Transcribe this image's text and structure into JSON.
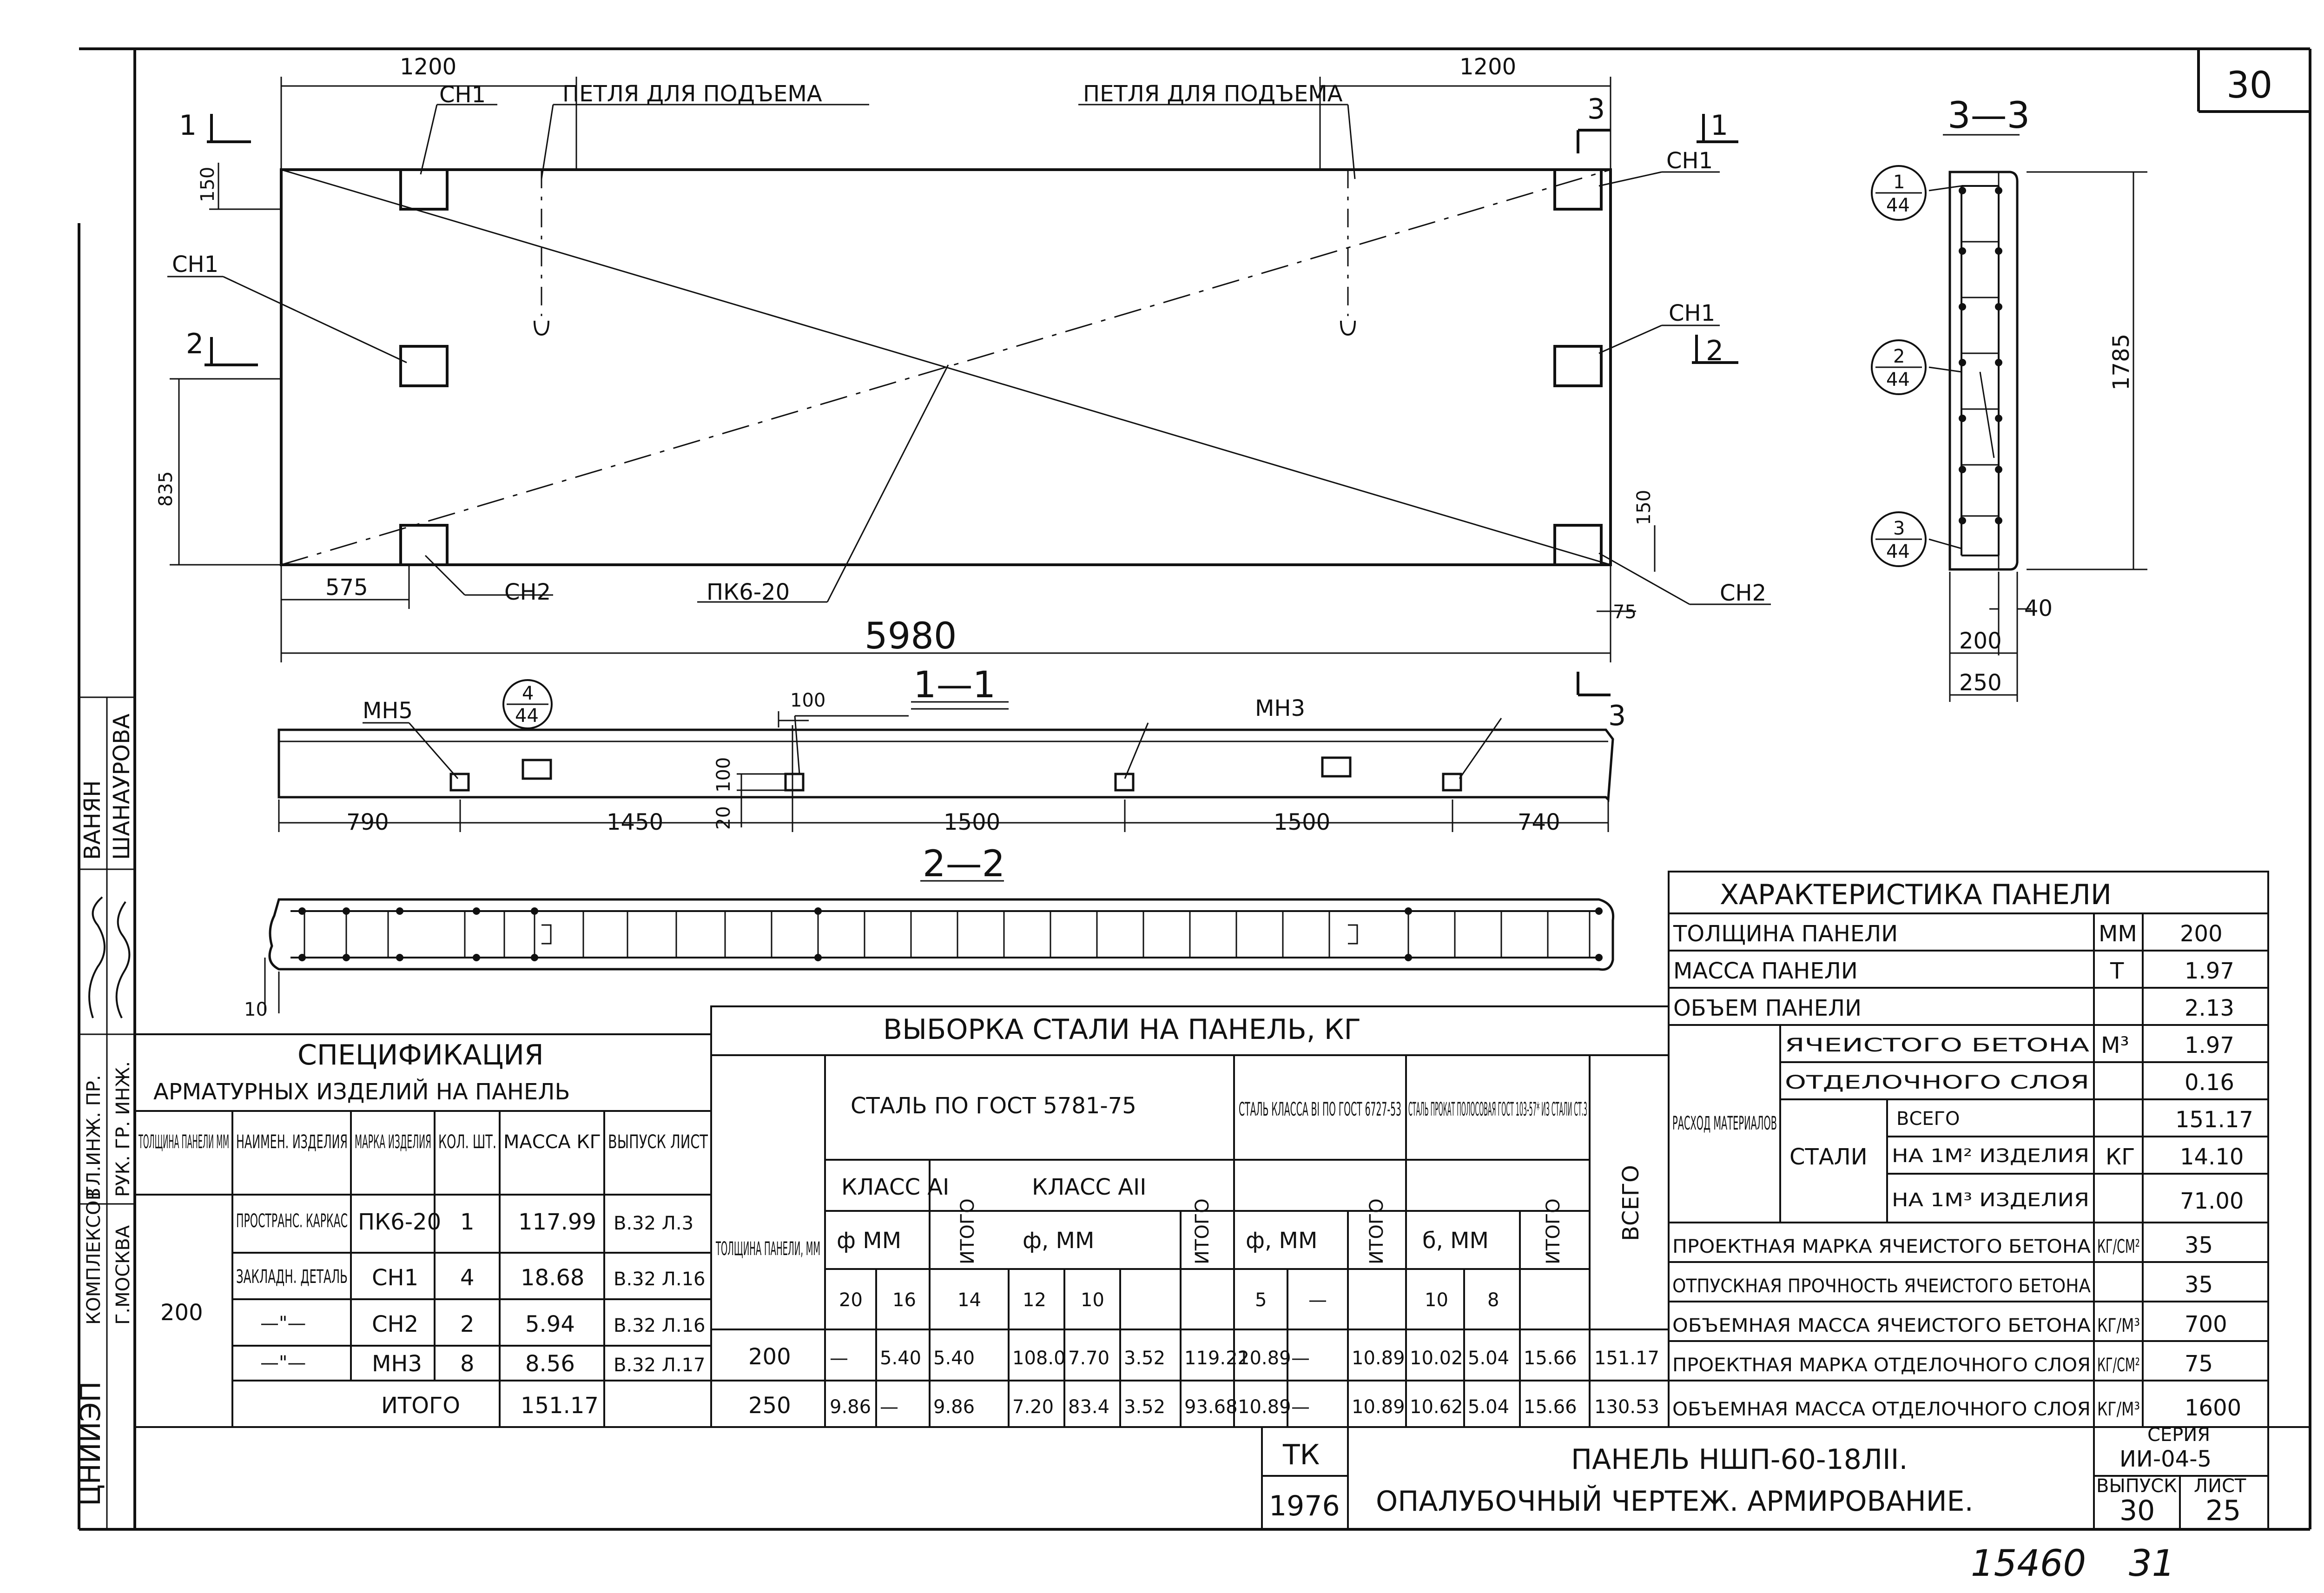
{
  "sheet": {
    "page_number": "30",
    "ink_number": "15460",
    "ink_number2": "31"
  },
  "plan": {
    "dim_top_left": "1200",
    "dim_top_right": "1200",
    "dim_150_top": "150",
    "dim_150_bottom": "150",
    "dim_835": "835",
    "dim_575": "575",
    "dim_75": "75",
    "dim_total": "5980",
    "label_lift_loop_1": "ПЕТЛЯ ДЛЯ ПОДЪЕМА",
    "label_lift_loop_2": "ПЕТЛЯ ДЛЯ ПОДЪЕМА",
    "label_ch1_a": "СН1",
    "label_ch1_b": "СН1",
    "label_ch1_c": "СН1",
    "label_ch1_d": "СН1",
    "label_ch2_a": "СН2",
    "label_ch2_b": "СН2",
    "label_pk": "ПК6-20",
    "cut_1_left": "1",
    "cut_1_right": "1",
    "cut_2_left": "2",
    "cut_2_right": "2",
    "cut_3_top": "3",
    "cut_3_bottom": "3"
  },
  "section11": {
    "title": "1—1",
    "label_mh5": "МН5",
    "label_mh3": "МН3",
    "bubble_top": "4",
    "bubble_bottom": "44",
    "dim_100_top": "100",
    "dim_100_side": "100",
    "dim_20": "20",
    "dims": [
      "790",
      "1450",
      "1500",
      "1500",
      "740"
    ]
  },
  "section22": {
    "title": "2—2",
    "dim_10": "10"
  },
  "section33": {
    "title": "3—3",
    "dim_1785": "1785",
    "dim_40": "40",
    "dim_200": "200",
    "dim_250": "250",
    "bubbles": [
      {
        "top": "1",
        "bottom": "44"
      },
      {
        "top": "2",
        "bottom": "44"
      },
      {
        "top": "3",
        "bottom": "44"
      }
    ]
  },
  "left_strip": {
    "org": "ЦНИИЭП",
    "dept": "КОМПЛЕКСОВ",
    "city": "Г.МОСКВА",
    "roles": [
      "ГЛ.ИНЖ. ПР.",
      "РУК. ГР. ИНЖ."
    ],
    "names": [
      "ВАНЯН",
      "ШАНАУРОВА"
    ]
  },
  "spec": {
    "title1": "СПЕЦИФИКАЦИЯ",
    "title2": "АРМАТУРНЫХ ИЗДЕЛИЙ НА ПАНЕЛЬ",
    "headers": [
      "ТОЛЩИНА ПАНЕЛИ ММ",
      "НАИМЕН. ИЗДЕЛИЯ",
      "МАРКА ИЗДЕЛИЯ",
      "КОЛ. ШТ.",
      "МАССА КГ",
      "ВЫПУСК ЛИСТ"
    ],
    "thickness": "200",
    "rows": [
      {
        "name": "ПРОСТРАНС. КАРКАС",
        "mark": "ПК6-20",
        "qty": "1",
        "mass": "117.99",
        "ref": "В.32 Л.3"
      },
      {
        "name": "ЗАКЛАДН. ДЕТАЛЬ",
        "mark": "СН1",
        "qty": "4",
        "mass": "18.68",
        "ref": "В.32 Л.16"
      },
      {
        "name": "—\"—",
        "mark": "СН2",
        "qty": "2",
        "mass": "5.94",
        "ref": "В.32 Л.16"
      },
      {
        "name": "—\"—",
        "mark": "МН3",
        "qty": "8",
        "mass": "8.56",
        "ref": "В.32 Л.17"
      }
    ],
    "total_label": "ИТОГО",
    "total_value": "151.17"
  },
  "steel": {
    "title": "ВЫБОРКА СТАЛИ НА ПАНЕЛЬ, КГ",
    "col_thickness": "ТОЛЩИНА ПАНЕЛИ, ММ",
    "group_gost5781": "СТАЛЬ ПО ГОСТ 5781-75",
    "group_bi": "СТАЛЬ КЛАССА ВI ПО ГОСТ 6727-53",
    "group_prokat": "СТАЛЬ ПРОКАТ ПОЛОСОВАЯ ГОСТ 103-57* ИЗ СТАЛИ СТ.3",
    "col_total": "ВСЕГО",
    "class_ai": "КЛАСС АI",
    "class_aii": "КЛАСС АII",
    "phi_mm": "ф ММ",
    "phi_mm2": "ф, ММ",
    "phi_mm3": "ф, ММ",
    "delta_mm": "б, ММ",
    "itogo": "ИТОГО",
    "sizes": [
      "20",
      "16",
      "14",
      "12",
      "10",
      "5",
      "—",
      "10",
      "8"
    ],
    "rows": [
      {
        "thickness": "200",
        "values": [
          "—",
          "5.40",
          "5.40",
          "108.0",
          "7.70",
          "3.52",
          "119.22",
          "10.89",
          "—",
          "10.89",
          "10.02",
          "5.04",
          "15.66",
          "151.17"
        ]
      },
      {
        "thickness": "250",
        "values": [
          "9.86",
          "—",
          "9.86",
          "7.20",
          "83.4",
          "3.52",
          "93.68",
          "10.89",
          "—",
          "10.89",
          "10.62",
          "5.04",
          "15.66",
          "130.53"
        ]
      }
    ]
  },
  "char": {
    "title": "ХАРАКТЕРИСТИКА ПАНЕЛИ",
    "rows": [
      {
        "label": "ТОЛЩИНА ПАНЕЛИ",
        "unit": "ММ",
        "value": "200"
      },
      {
        "label": "МАССА ПАНЕЛИ",
        "unit": "Т",
        "value": "1.97"
      },
      {
        "label": "ОБЪЕМ ПАНЕЛИ",
        "unit": "",
        "value": "2.13"
      }
    ],
    "consumption_label": "РАСХОД МАТЕРИАЛОВ",
    "m3": "М³",
    "kg": "КГ",
    "cons_rows": [
      {
        "label": "ЯЧЕИСТОГО БЕТОНА",
        "value": "1.97"
      },
      {
        "label": "ОТДЕЛОЧНОГО СЛОЯ",
        "value": "0.16"
      }
    ],
    "steel_label": "СТАЛИ",
    "steel_rows": [
      {
        "label": "ВСЕГО",
        "value": "151.17"
      },
      {
        "label": "НА 1М² ИЗДЕЛИЯ",
        "value": "14.10"
      },
      {
        "label": "НА 1М³ ИЗДЕЛИЯ",
        "value": "71.00"
      }
    ],
    "props": [
      {
        "label": "ПРОЕКТНАЯ МАРКА ЯЧЕИСТОГО БЕТОНА",
        "unit": "КГ/СМ²",
        "value": "35"
      },
      {
        "label": "ОТПУСКНАЯ ПРОЧНОСТЬ ЯЧЕИСТОГО БЕТОНА",
        "unit": "",
        "value": "35"
      },
      {
        "label": "ОБЪЕМНАЯ МАССА ЯЧЕИСТОГО БЕТОНА",
        "unit": "КГ/М³",
        "value": "700"
      },
      {
        "label": "ПРОЕКТНАЯ МАРКА ОТДЕЛОЧНОГО СЛОЯ",
        "unit": "КГ/СМ²",
        "value": "75"
      },
      {
        "label": "ОБЪЕМНАЯ МАССА ОТДЕЛОЧНОГО СЛОЯ",
        "unit": "КГ/М³",
        "value": "1600"
      }
    ]
  },
  "titleblock": {
    "tk": "ТК",
    "year": "1976",
    "title1": "ПАНЕЛЬ НШП-60-18ЛII.",
    "title2": "ОПАЛУБОЧНЫЙ ЧЕРТЕЖ. АРМИРОВАНИЕ.",
    "series_label": "СЕРИЯ",
    "series_value": "ИИ-04-5",
    "issue_label": "ВЫПУСК",
    "issue_value": "30",
    "sheet_label": "ЛИСТ",
    "sheet_value": "25"
  }
}
